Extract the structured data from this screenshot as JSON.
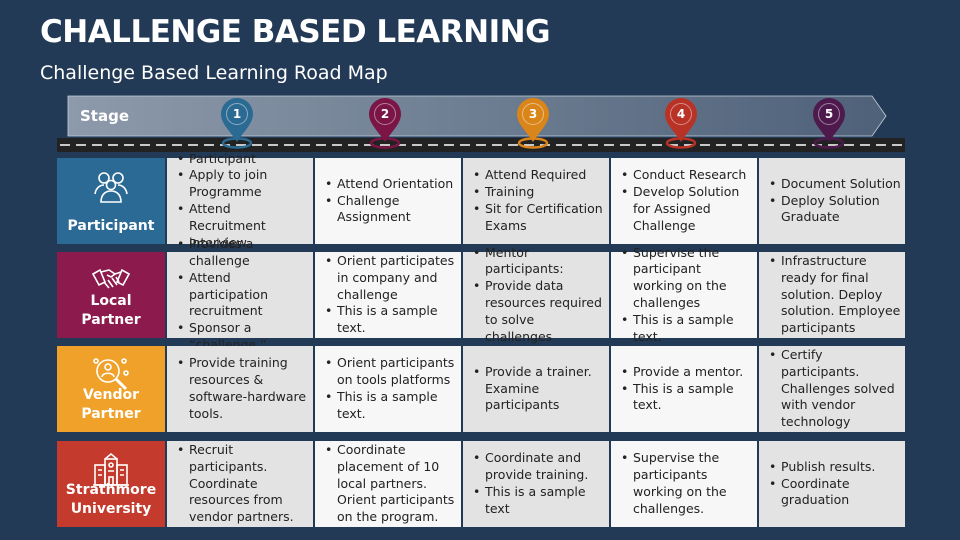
{
  "title": "CHALLENGE BASED LEARNING",
  "subtitle": "Challenge Based Learning Road Map",
  "roadmap": {
    "stage_label": "Stage",
    "pins": [
      {
        "number": "1",
        "color": "#2b6a93"
      },
      {
        "number": "2",
        "color": "#7a1546"
      },
      {
        "number": "3",
        "color": "#d9851a"
      },
      {
        "number": "4",
        "color": "#b83226"
      },
      {
        "number": "5",
        "color": "#4e1a4d"
      }
    ]
  },
  "rows": [
    {
      "label": [
        "Participant"
      ],
      "icon": "group-people-icon",
      "color": "#2c6a96",
      "cells": [
        {
          "items": [
            {
              "t": "Participant",
              "b": true
            },
            {
              "t": "Apply to join Programme",
              "b": true
            },
            {
              "t": "Attend Recruitment interview",
              "b": true
            }
          ]
        },
        {
          "items": [
            {
              "t": "Attend Orientation",
              "b": true
            },
            {
              "t": "Challenge Assignment",
              "b": true
            }
          ]
        },
        {
          "items": [
            {
              "t": "Attend Required",
              "b": true
            },
            {
              "t": "Training",
              "b": true
            },
            {
              "t": "Sit for Certification Exams",
              "b": true
            }
          ]
        },
        {
          "items": [
            {
              "t": "Conduct Research",
              "b": true
            },
            {
              "t": "Develop Solution for Assigned Challenge",
              "b": true
            }
          ]
        },
        {
          "items": [
            {
              "t": "Document Solution",
              "b": true
            },
            {
              "t": "Deploy Solution Graduate",
              "b": true
            }
          ]
        }
      ]
    },
    {
      "label": [
        "Local",
        "Partner"
      ],
      "icon": "handshake-icon",
      "color": "#8c1a4c",
      "cells": [
        {
          "items": [
            {
              "t": "Provides a challenge",
              "b": true
            },
            {
              "t": "Attend participation recruitment",
              "b": true
            },
            {
              "t": "Sponsor a “challenge.”",
              "b": true
            }
          ]
        },
        {
          "items": [
            {
              "t": "Orient participates in company and challenge",
              "b": true
            },
            {
              "t": "This is a sample text.",
              "b": true
            }
          ]
        },
        {
          "items": [
            {
              "t": "Mentor participants:",
              "b": true
            },
            {
              "t": "Provide data resources required to solve challenges",
              "b": true
            }
          ]
        },
        {
          "items": [
            {
              "t": "Supervise the participant working on the challenges",
              "b": true
            },
            {
              "t": "This is a sample text.",
              "b": true
            }
          ]
        },
        {
          "items": [
            {
              "t": "Infrastructure ready for final solution. Deploy solution. Employee participants",
              "b": true
            }
          ]
        }
      ]
    },
    {
      "label": [
        "Vendor",
        "Partner"
      ],
      "icon": "magnifier-people-icon",
      "color": "#f0a12a",
      "cells": [
        {
          "items": [
            {
              "t": "Provide training resources & software-hardware tools.",
              "b": true
            }
          ]
        },
        {
          "items": [
            {
              "t": "Orient participants on tools platforms",
              "b": true
            },
            {
              "t": "This is a sample text.",
              "b": true
            }
          ]
        },
        {
          "items": [
            {
              "t": "Provide a trainer. Examine participants",
              "b": true
            }
          ]
        },
        {
          "items": [
            {
              "t": "Provide a mentor.",
              "b": true
            },
            {
              "t": "This is a sample text.",
              "b": true
            }
          ]
        },
        {
          "items": [
            {
              "t": "Certify participants. Challenges solved with vendor technology",
              "b": true
            }
          ]
        }
      ]
    },
    {
      "label": [
        "Strathmore",
        "University"
      ],
      "icon": "university-building-icon",
      "color": "#c43a2c",
      "cells": [
        {
          "items": [
            {
              "t": "Recruit participants. Coordinate resources from vendor partners.",
              "b": true
            }
          ]
        },
        {
          "items": [
            {
              "t": "Coordinate placement of 10 local partners. Orient participants on the program.",
              "b": true
            }
          ]
        },
        {
          "items": [
            {
              "t": "Coordinate and provide training.",
              "b": true
            },
            {
              "t": "This is a sample text",
              "b": true
            }
          ]
        },
        {
          "items": [
            {
              "t": "Supervise the participants working on the challenges.",
              "b": true
            }
          ]
        },
        {
          "items": [
            {
              "t": "Publish results.",
              "b": true
            },
            {
              "t": "Coordinate graduation",
              "b": true
            }
          ]
        }
      ]
    }
  ]
}
